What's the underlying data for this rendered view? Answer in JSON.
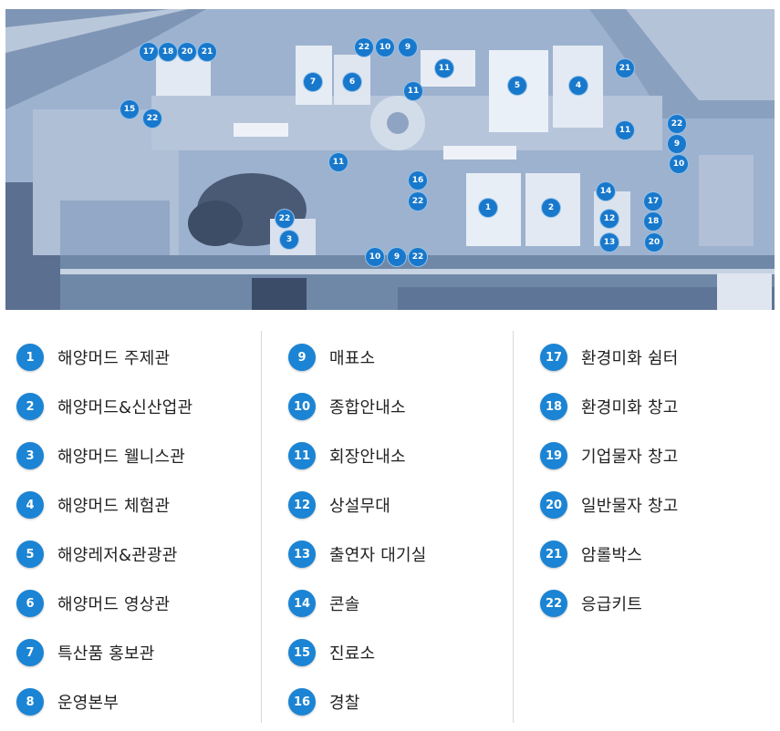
{
  "colors": {
    "marker": "#1b84d4",
    "map_tint": "#8ea7c8"
  },
  "map": {
    "markers": [
      {
        "n": "17"
      },
      {
        "n": "18"
      },
      {
        "n": "20"
      },
      {
        "n": "21"
      },
      {
        "n": "22"
      },
      {
        "n": "10"
      },
      {
        "n": "9"
      },
      {
        "n": "7"
      },
      {
        "n": "6"
      },
      {
        "n": "11"
      },
      {
        "n": "11"
      },
      {
        "n": "5"
      },
      {
        "n": "4"
      },
      {
        "n": "21"
      },
      {
        "n": "15"
      },
      {
        "n": "22"
      },
      {
        "n": "22"
      },
      {
        "n": "9"
      },
      {
        "n": "11"
      },
      {
        "n": "10"
      },
      {
        "n": "11"
      },
      {
        "n": "16"
      },
      {
        "n": "22"
      },
      {
        "n": "1"
      },
      {
        "n": "2"
      },
      {
        "n": "14"
      },
      {
        "n": "17"
      },
      {
        "n": "12"
      },
      {
        "n": "18"
      },
      {
        "n": "22"
      },
      {
        "n": "3"
      },
      {
        "n": "13"
      },
      {
        "n": "20"
      },
      {
        "n": "10"
      },
      {
        "n": "9"
      },
      {
        "n": "22"
      }
    ]
  },
  "legend": {
    "columns": [
      [
        {
          "n": "1",
          "label": "해양머드 주제관"
        },
        {
          "n": "2",
          "label": "해양머드&신산업관"
        },
        {
          "n": "3",
          "label": "해양머드 웰니스관"
        },
        {
          "n": "4",
          "label": "해양머드 체험관"
        },
        {
          "n": "5",
          "label": "해양레저&관광관"
        },
        {
          "n": "6",
          "label": "해양머드 영상관"
        },
        {
          "n": "7",
          "label": "특산품 홍보관"
        },
        {
          "n": "8",
          "label": "운영본부"
        }
      ],
      [
        {
          "n": "9",
          "label": "매표소"
        },
        {
          "n": "10",
          "label": "종합안내소"
        },
        {
          "n": "11",
          "label": "회장안내소"
        },
        {
          "n": "12",
          "label": "상설무대"
        },
        {
          "n": "13",
          "label": "출연자 대기실"
        },
        {
          "n": "14",
          "label": "콘솔"
        },
        {
          "n": "15",
          "label": "진료소"
        },
        {
          "n": "16",
          "label": "경찰"
        }
      ],
      [
        {
          "n": "17",
          "label": "환경미화 쉼터"
        },
        {
          "n": "18",
          "label": "환경미화 창고"
        },
        {
          "n": "19",
          "label": "기업물자 창고"
        },
        {
          "n": "20",
          "label": "일반물자 창고"
        },
        {
          "n": "21",
          "label": "암롤박스"
        },
        {
          "n": "22",
          "label": "응급키트"
        }
      ]
    ]
  }
}
